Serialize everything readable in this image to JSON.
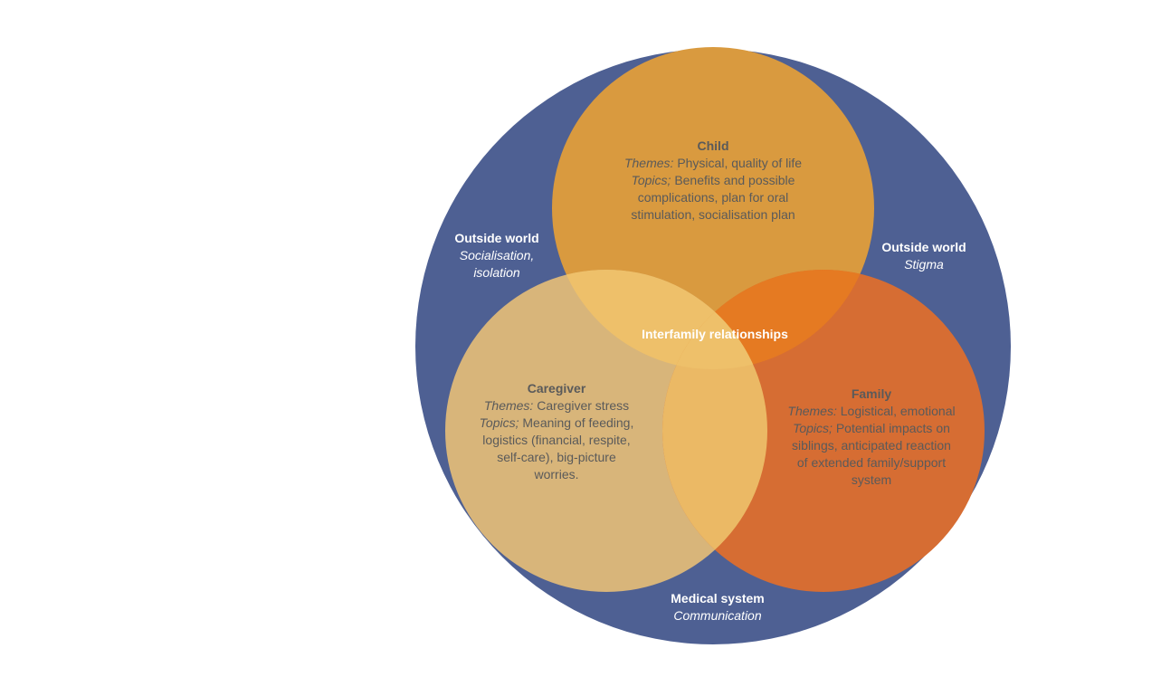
{
  "colors": {
    "outer": "#4e6093",
    "child": "#d99a3f",
    "caregiver": "#d8b57a",
    "family": "#d66d33",
    "overlap_child_caregiver": "#eec06a",
    "overlap_child_family": "#e57a22",
    "overlap_caregiver_family": "#ebb965",
    "text_dark": "#5a5a5a",
    "text_light": "#ffffff"
  },
  "child": {
    "title": "Child",
    "themes_label": "Themes:",
    "themes_text": "Physical, quality of life",
    "topics_label": "Topics;",
    "topics_line1": "Benefits and possible",
    "topics_line2": "complications, plan for oral",
    "topics_line3": "stimulation, socialisation plan"
  },
  "caregiver": {
    "title": "Caregiver",
    "themes_label": "Themes:",
    "themes_text": "Caregiver stress",
    "topics_label": "Topics;",
    "topics_line1": "Meaning of feeding,",
    "topics_line2": "logistics (financial, respite,",
    "topics_line3": "self-care), big-picture",
    "topics_line4": "worries."
  },
  "family": {
    "title": "Family",
    "themes_label": "Themes:",
    "themes_text": "Logistical, emotional",
    "topics_label": "Topics;",
    "topics_line1": "Potential impacts on",
    "topics_line2": "siblings, anticipated reaction",
    "topics_line3": "of extended family/support",
    "topics_line4": "system"
  },
  "center": {
    "label": "Interfamily relationships"
  },
  "outside_left": {
    "title": "Outside world",
    "line1": "Socialisation,",
    "line2": "isolation"
  },
  "outside_right": {
    "title": "Outside world",
    "line1": "Stigma"
  },
  "medical": {
    "title": "Medical system",
    "line1": "Communication"
  }
}
